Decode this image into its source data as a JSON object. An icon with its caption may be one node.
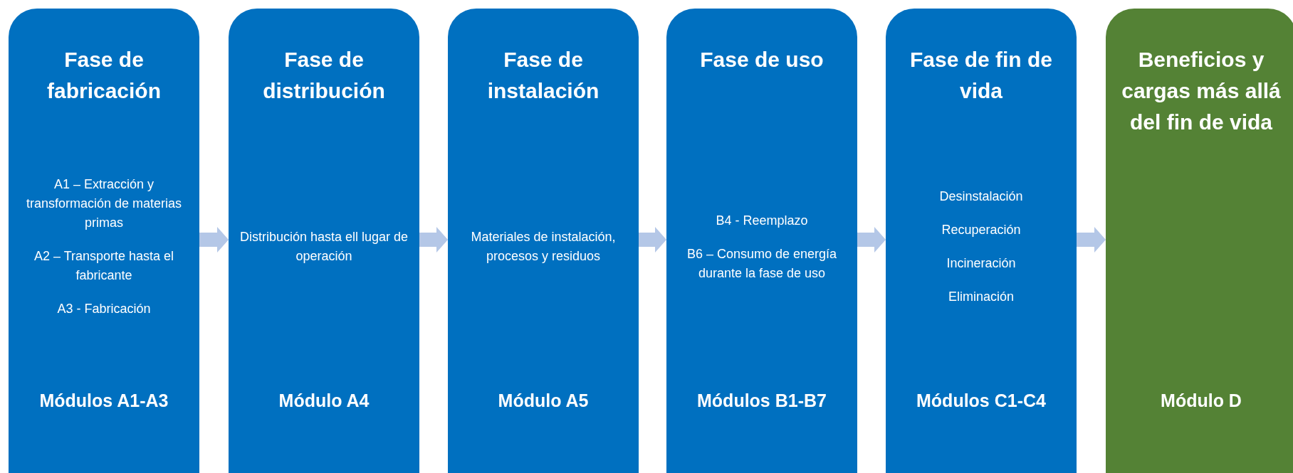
{
  "diagram": {
    "nodes": [
      {
        "text": [
          "Fase de fabricación",
          "A1 – Extracción y transformación de materias primas",
          "A2 – Transporte hasta el fabricante",
          "A3 - Fabricación",
          "Módulos A1-A3"
        ]
      },
      {
        "text": [
          "Fase de distribución",
          "Distribución hasta ell lugar de operación",
          "Módulo A4"
        ]
      },
      {
        "text": [
          "Fase de instalación",
          "Materiales de instalación, procesos y residuos",
          "Módulo A5"
        ]
      },
      {
        "text": [
          "Fase de uso",
          "B4 - Reemplazo",
          "B6 – Consumo de energía durante la fase de uso",
          "Módulos B1-B7"
        ]
      },
      {
        "text": [
          "Fase de fin de vida",
          "Desinstalación",
          "Recuperación",
          "Incineración",
          "Eliminación",
          "Módulos C1-C4"
        ]
      },
      {
        "text": [
          "Beneficios y cargas más allá del fin de vida",
          "Módulo D"
        ]
      }
    ],
    "edges": [
      {
        "from": 0,
        "to": 1,
        "arrow": "to"
      },
      {
        "from": 1,
        "to": 2,
        "arrow": "to"
      },
      {
        "from": 2,
        "to": 3,
        "arrow": "to"
      },
      {
        "from": 3,
        "to": 4,
        "arrow": "to"
      },
      {
        "from": 4,
        "to": 5,
        "arrow": "to"
      }
    ]
  }
}
